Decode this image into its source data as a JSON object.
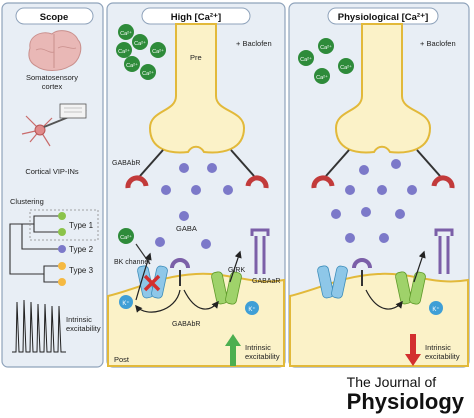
{
  "scope": {
    "title": "Scope",
    "brain_label": "Somatosensory\ncortex",
    "neuron_label": "Cortical VIP-INs",
    "clustering_label": "Clustering",
    "types": [
      "Type 1",
      "Type 2",
      "Type 3"
    ],
    "excitability_label": "Intrinsic\nexcitability"
  },
  "high_panel": {
    "title": "High [Ca²⁺]",
    "drug": "+ Baclofen",
    "pre_label": "Pre",
    "post_label": "Post",
    "gababr_left": "GABAbR",
    "gaba_label": "GABA",
    "bk_label": "BK channel",
    "girk_label": "GIRK",
    "gabaar_label": "GABAaR",
    "gababr_bottom": "GABAbR",
    "ca_ion": "Ca²⁺",
    "k_ion": "K⁺",
    "excitability_label": "Intrinsic\nexcitability",
    "arrow_direction": "up",
    "arrow_color": "#4caf50"
  },
  "phys_panel": {
    "title": "Physiological [Ca²⁺]",
    "drug": "+ Baclofen",
    "ca_ion": "Ca²⁺",
    "k_ion": "K⁺",
    "excitability_label": "Intrinsic\nexcitability",
    "arrow_direction": "down",
    "arrow_color": "#d32f2f"
  },
  "journal": {
    "line1": "The Journal of",
    "line2": "Physiology"
  },
  "colors": {
    "panel_bg": "#e8eef5",
    "panel_border": "#8fa3bb",
    "synapse_fill": "#fbf2c8",
    "synapse_stroke": "#e2b93a",
    "gaba": "#7c79c9",
    "calcium": "#2e8b3a",
    "receptor": "#c23a3a",
    "girk": "#9fd26a",
    "bk": "#8ec7e8",
    "potassium": "#3f9fd6",
    "gabaar": "#7b5fa8"
  }
}
